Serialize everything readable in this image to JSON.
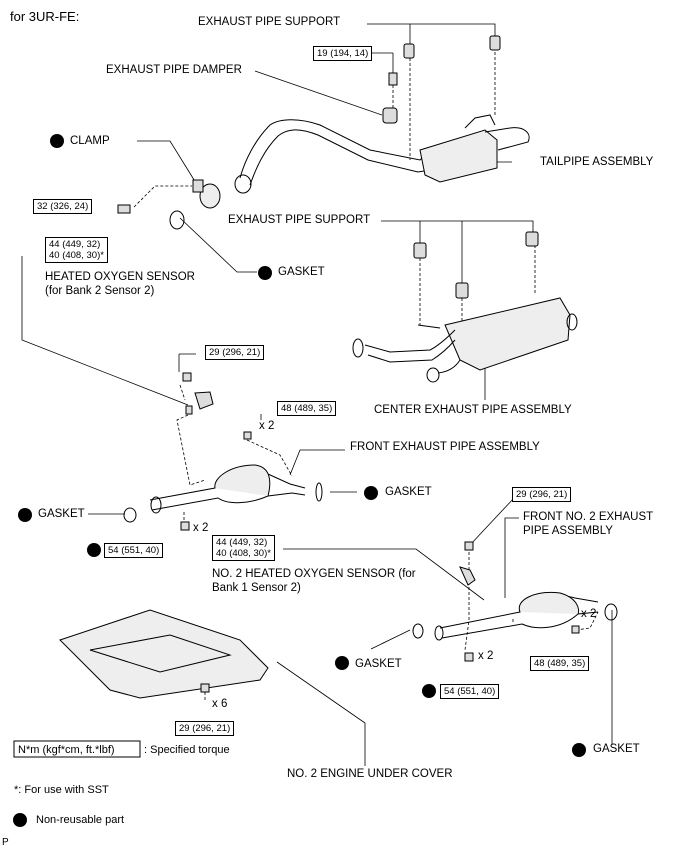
{
  "engine": "for 3UR-FE:",
  "parts": {
    "exhaust_pipe_support_1": "EXHAUST PIPE SUPPORT",
    "exhaust_pipe_damper": "EXHAUST PIPE DAMPER",
    "clamp": "CLAMP",
    "tailpipe_assembly": "TAILPIPE ASSEMBLY",
    "exhaust_pipe_support_2": "EXHAUST PIPE SUPPORT",
    "gasket_upper": "GASKET",
    "heated_o2_sensor_l1": "HEATED OXYGEN SENSOR",
    "heated_o2_sensor_l2": "(for Bank 2 Sensor 2)",
    "center_exhaust_pipe": "CENTER EXHAUST PIPE ASSEMBLY",
    "front_exhaust_pipe": "FRONT EXHAUST PIPE ASSEMBLY",
    "gasket_mid_right": "GASKET",
    "gasket_mid_left": "GASKET",
    "front_no2_l1": "FRONT NO. 2 EXHAUST",
    "front_no2_l2": "PIPE ASSEMBLY",
    "no2_o2_sensor_l1": "NO. 2 HEATED OXYGEN SENSOR (for",
    "no2_o2_sensor_l2": "Bank 1 Sensor 2)",
    "gasket_lower_left": "GASKET",
    "gasket_lower_right": "GASKET",
    "no2_engine_under_cover": "NO. 2 ENGINE UNDER COVER"
  },
  "torques": {
    "t19": "19 (194, 14)",
    "t32": "32 (326, 24)",
    "t44_a1": "44 (449, 32)",
    "t44_a2": "40 (408, 30)*",
    "t29_a": "29 (296, 21)",
    "t48_a": "48 (489, 35)",
    "t54_a": "54 (551, 40)",
    "t44_b1": "44 (449, 32)",
    "t44_b2": "40 (408, 30)*",
    "t29_b": "29 (296, 21)",
    "t48_b": "48 (489, 35)",
    "t54_b": "54 (551, 40)",
    "t29_c": "29 (296, 21)"
  },
  "multipliers": {
    "m1": "x 2",
    "m2": "x 2",
    "m3": "x 2",
    "m4": "x 2",
    "m5": "x 6"
  },
  "legend": {
    "unit_box": "N*m (kgf*cm, ft.*lbf)",
    "unit_desc": ": Specified torque",
    "sst_note": "*: For use with SST",
    "non_reusable": "Non-reusable part"
  },
  "figure_code": "P"
}
